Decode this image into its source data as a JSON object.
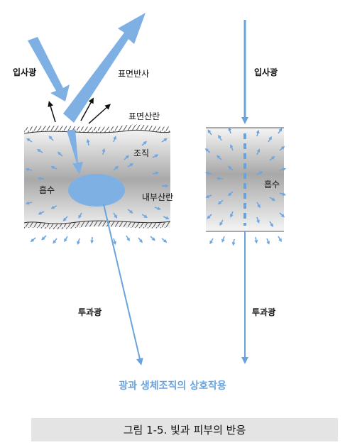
{
  "colors": {
    "beam": "#7fb0e4",
    "line": "#6aa3dc",
    "arrow_small": "#6ea6df",
    "tissue_dark": "#a9a9a9",
    "tissue_light": "#f3f3f3"
  },
  "left_panel": {
    "incident_label": "입사광",
    "surface_reflection_label": "표면반사",
    "surface_scatter_label": "표면산란",
    "tissue_label": "조직",
    "absorption_label": "흡수",
    "internal_scatter_label": "내부산란",
    "transmitted_label": "투과광"
  },
  "right_panel": {
    "incident_label": "입사광",
    "absorption_label": "흡수",
    "transmitted_label": "투과광"
  },
  "subtitle": "광과 생체조직의 상호작용",
  "caption": "그림 1-5. 빛과 피부의 반응"
}
